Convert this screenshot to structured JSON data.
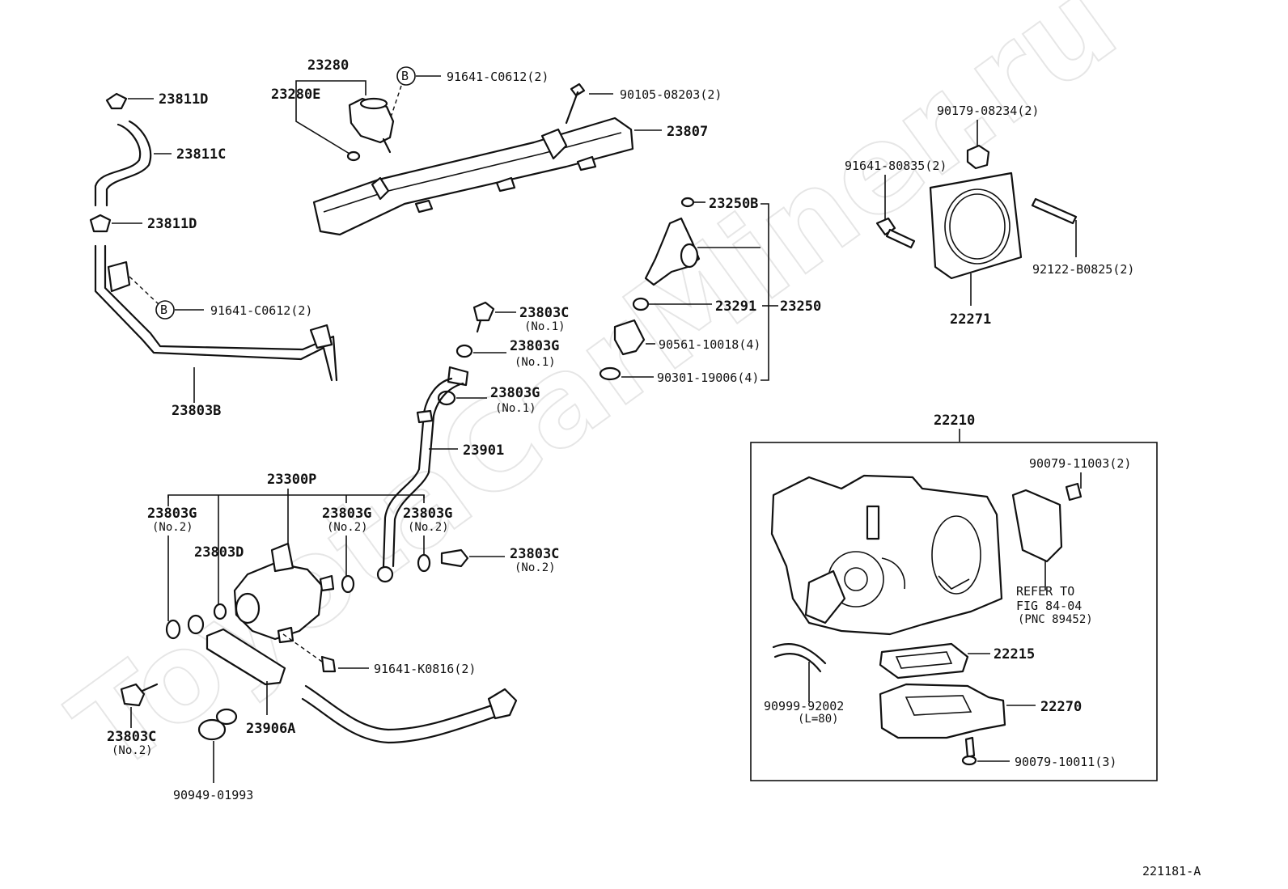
{
  "watermark": "ToyotaCarMiner.ru",
  "figure_code": "221181-A",
  "labels": {
    "p23280": "23280",
    "p23280E": "23280E",
    "b1": "B",
    "p91641_c0612_a": "91641-C0612(2)",
    "p90105": "90105-08203(2)",
    "p23807": "23807",
    "p23811D_a": "23811D",
    "p23811C": "23811C",
    "p23811D_b": "23811D",
    "b2": "B",
    "p91641_c0612_b": "91641-C0612(2)",
    "p23803B": "23803B",
    "p23250B": "23250B",
    "p23291": "23291",
    "p23250": "23250",
    "p90561": "90561-10018(4)",
    "p90301": "90301-19006(4)",
    "p90179": "90179-08234(2)",
    "p91641_80835": "91641-80835(2)",
    "p92122": "92122-B0825(2)",
    "p22271": "22271",
    "p23803C_a": "23803C",
    "p23803C_a_sub": "(No.1)",
    "p23803G_a": "23803G",
    "p23803G_a_sub": "(No.1)",
    "p23803G_b": "23803G",
    "p23803G_b_sub": "(No.1)",
    "p23901": "23901",
    "p23300P": "23300P",
    "p23803G_c": "23803G",
    "p23803G_c_sub": "(No.2)",
    "p23803D": "23803D",
    "p23803G_d": "23803G",
    "p23803G_d_sub": "(No.2)",
    "p23803G_e": "23803G",
    "p23803G_e_sub": "(No.2)",
    "p23803C_b": "23803C",
    "p23803C_b_sub": "(No.2)",
    "p91641_k0816": "91641-K0816(2)",
    "p23803C_c": "23803C",
    "p23803C_c_sub": "(No.2)",
    "p23906A": "23906A",
    "p90949": "90949-01993",
    "p22210": "22210",
    "p90079_11003": "90079-11003(2)",
    "refer1": "REFER TO",
    "refer2": "FIG 84-04",
    "refer3": "(PNC 89452)",
    "p22215": "22215",
    "p90999": "90999-92002",
    "p90999_sub": "(L=80)",
    "p22270": "22270",
    "p90079_10011": "90079-10011(3)"
  }
}
